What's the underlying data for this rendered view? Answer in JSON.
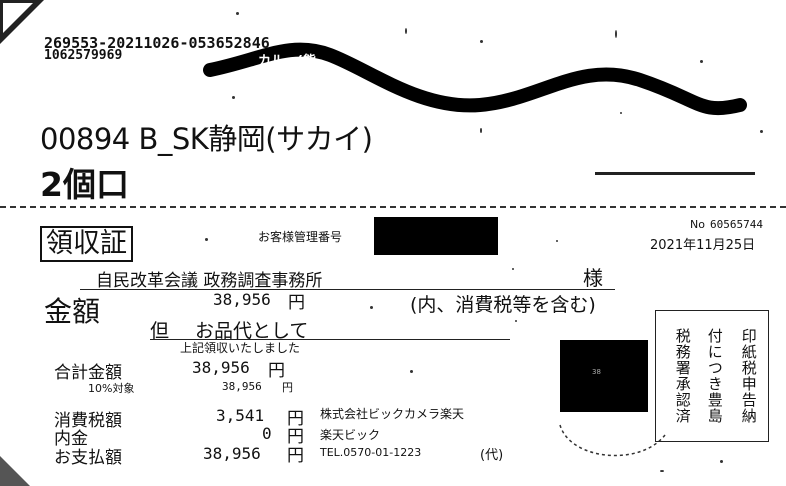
{
  "header": {
    "tracking_code": "269553-20211026-053652846",
    "tracking_code2": "1062579969",
    "carrier_mark": "カルー(熊",
    "route_code": "00894 B_SK静岡(サカイ)",
    "package_count": "2個口"
  },
  "receipt": {
    "title": "領収証",
    "customer_id_label": "お客様管理番号",
    "no_label": "No",
    "no_value": "60565744",
    "date": "2021年11月25日",
    "recipient": "自民改革会議 政務調査事務所",
    "honorific": "様",
    "amount_label": "金額",
    "amount_value": "38,956",
    "yen": "円",
    "tax_note": "(内、消費税等を含む)",
    "purpose_prefix": "但",
    "purpose": "お品代として",
    "received_note": "上記領収いたしました",
    "totals": [
      {
        "label": "合計金額",
        "value": "38,956",
        "unit": "円"
      },
      {
        "label": "10%対象",
        "value": "38,956",
        "unit": "円"
      },
      {
        "label": "消費税額",
        "value": "3,541",
        "unit": "円"
      },
      {
        "label": "内金",
        "value": "0",
        "unit": "円"
      },
      {
        "label": "お支払額",
        "value": "38,956",
        "unit": "円"
      }
    ],
    "company_name": "株式会社ビックカメラ楽天",
    "company_brand": "楽天ビック",
    "company_tel": "TEL.0570-01-1223",
    "dai": "(代)",
    "stamp_number": "38",
    "tax_stamp_col1": "印紙税申告納",
    "tax_stamp_col2": "付につき豊島",
    "tax_stamp_col3": "税務署承認済"
  }
}
